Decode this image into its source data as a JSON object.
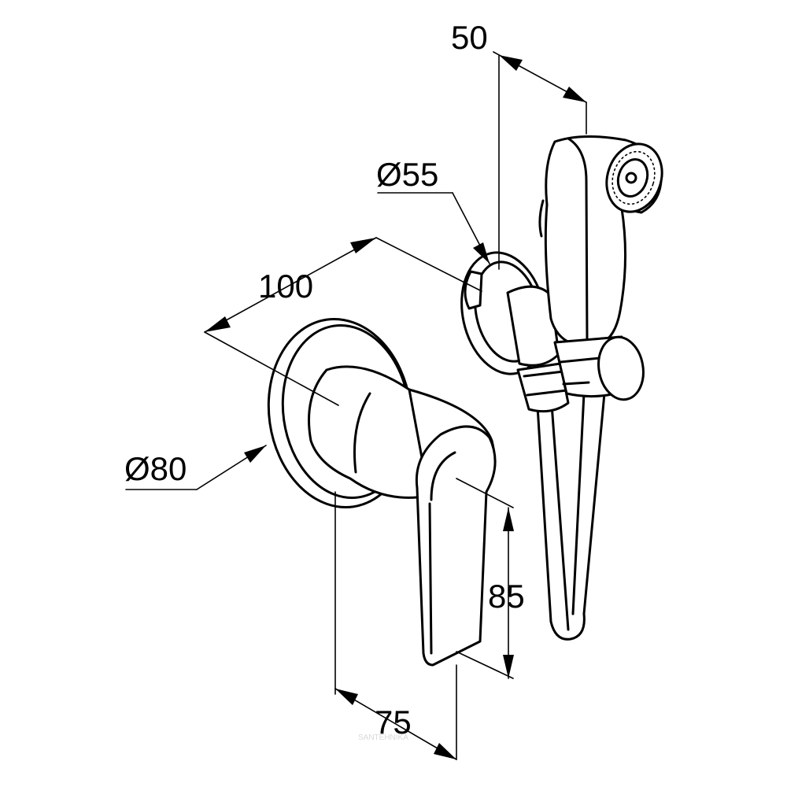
{
  "dimensions": {
    "spray_head_offset": "50",
    "bracket_diameter": "Ø55",
    "mixer_depth": "100",
    "rosette_diameter": "Ø80",
    "lever_height": "85",
    "lever_width": "75"
  },
  "watermark": "SANTEHNIKA"
}
